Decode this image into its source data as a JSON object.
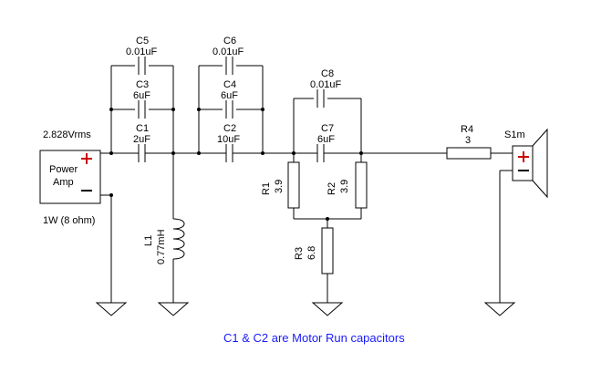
{
  "source": {
    "voltage": "2.828Vrms",
    "name_line1": "Power",
    "name_line2": "Amp",
    "plus": "+",
    "minus": "−",
    "rating": "1W (8 ohm)"
  },
  "capacitors": {
    "c5": {
      "name": "C5",
      "value": "0.01uF"
    },
    "c3": {
      "name": "C3",
      "value": "6uF"
    },
    "c1": {
      "name": "C1",
      "value": "2uF"
    },
    "c6": {
      "name": "C6",
      "value": "0.01uF"
    },
    "c4": {
      "name": "C4",
      "value": "6uF"
    },
    "c2": {
      "name": "C2",
      "value": "10uF"
    },
    "c8": {
      "name": "C8",
      "value": "0.01uF"
    },
    "c7": {
      "name": "C7",
      "value": "6uF"
    }
  },
  "inductor": {
    "name": "L1",
    "value": "0.77mH"
  },
  "resistors": {
    "r1": {
      "name": "R1",
      "value": "3.9"
    },
    "r2": {
      "name": "R2",
      "value": "3.9"
    },
    "r3": {
      "name": "R3",
      "value": "6.8"
    },
    "r4": {
      "name": "R4",
      "value": "3"
    }
  },
  "speaker": {
    "name": "S1m",
    "plus": "+",
    "minus": "−"
  },
  "note": "C1 & C2 are Motor Run capacitors",
  "colors": {
    "wire": "#000000",
    "plus": "#cc0000",
    "note": "#1a1aff"
  }
}
